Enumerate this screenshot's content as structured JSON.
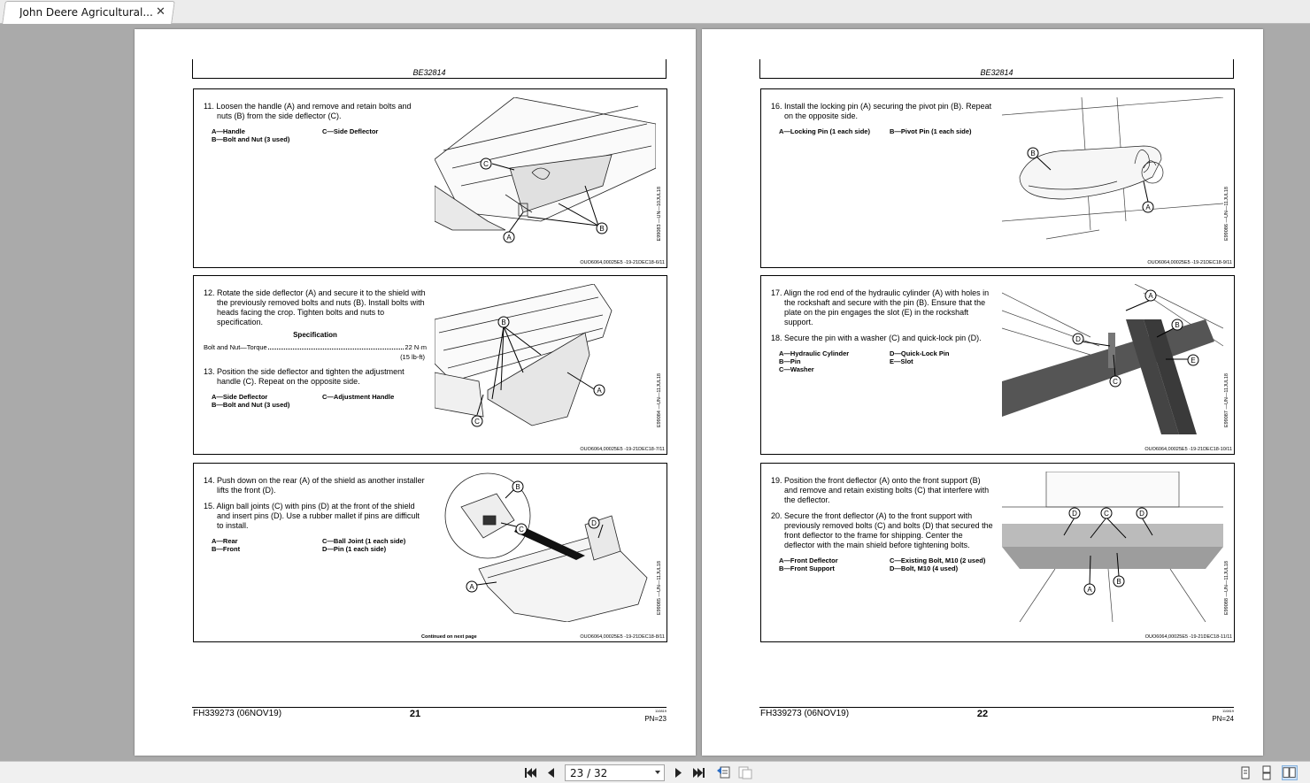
{
  "tab": {
    "title": "John Deere Agricultural...",
    "close": "✕"
  },
  "pages": [
    {
      "header": "BE32814",
      "panels": [
        {
          "steps": [
            "11. Loosen the handle (A) and remove and retain bolts and nuts (B) from the side deflector (C)."
          ],
          "legend": [
            "A—Handle",
            "C—Side Deflector",
            "B—Bolt and Nut (3 used)",
            ""
          ],
          "figcode": "E99083 —UN—10JUL18",
          "ref": "OUO6064,00025E5 -19-21DEC18-6/11",
          "callouts": [
            "C",
            "A",
            "B"
          ]
        },
        {
          "steps": [
            "12. Rotate the side deflector (A) and secure it to the shield with the previously removed bolts and nuts (B). Install bolts with heads facing the crop. Tighten bolts and nuts to specification."
          ],
          "spec_title": "Specification",
          "spec_label": "Bolt and Nut—Torque",
          "spec_value": "22 N·m",
          "spec_alt": "(15 lb-ft)",
          "steps2": [
            "13. Position the side deflector and tighten the adjustment handle (C). Repeat on the opposite side."
          ],
          "legend": [
            "A—Side Deflector",
            "C—Adjustment Handle",
            "B—Bolt and Nut (3 used)",
            ""
          ],
          "figcode": "E99084 —UN—11JUL18",
          "ref": "OUO6064,00025E5 -19-21DEC18-7/11",
          "callouts": [
            "B",
            "A",
            "C"
          ]
        },
        {
          "steps": [
            "14. Push down on the rear (A) of the shield as another installer lifts the front (D).",
            "15. Align ball joints (C) with pins (D) at the front of the shield and insert pins (D). Use a rubber mallet if pins are difficult to install."
          ],
          "legend": [
            "A—Rear",
            "C—Ball Joint (1 each side)",
            "B—Front",
            "D—Pin (1 each side)"
          ],
          "figcode": "E99085 —UN—11JUL18",
          "ref": "OUO6064,00025E5 -19-21DEC18-8/11",
          "continued": "Continued on next page",
          "callouts": [
            "B",
            "C",
            "D",
            "A"
          ]
        }
      ],
      "footer": {
        "doc": "FH339273 (06NOV19)",
        "page": "21",
        "small": "110819",
        "pn": "PN=23"
      }
    },
    {
      "header": "BE32814",
      "panels": [
        {
          "steps": [
            "16. Install the locking pin (A) securing the pivot pin (B). Repeat on the opposite side."
          ],
          "legend": [
            "A—Locking Pin (1 each side)",
            "B—Pivot Pin (1 each side)"
          ],
          "figcode": "E99086 —UN—11JUL18",
          "ref": "OUO6064,00025E5 -19-21DEC18-9/11",
          "callouts": [
            "B",
            "A"
          ]
        },
        {
          "steps": [
            "17. Align the rod end of the hydraulic cylinder (A) with holes in the rockshaft and secure with the pin (B). Ensure that the plate on the pin engages the slot (E) in the rockshaft support.",
            "18. Secure the pin with a washer (C) and quick-lock pin (D)."
          ],
          "legend": [
            "A—Hydraulic Cylinder",
            "D—Quick-Lock Pin",
            "B—Pin",
            "E—Slot",
            "C—Washer",
            ""
          ],
          "figcode": "E99087 —UN—11JUL18",
          "ref": "OUO6064,00025E5 -19-21DEC18-10/11",
          "callouts": [
            "A",
            "B",
            "D",
            "E",
            "C"
          ]
        },
        {
          "steps": [
            "19. Position the front deflector (A) onto the front support (B) and remove and retain existing bolts (C) that interfere with the deflector.",
            "20. Secure the front deflector (A) to the front support with previously removed bolts (C) and bolts (D) that secured the front deflector to the frame for shipping. Center the deflector with the main shield before tightening bolts."
          ],
          "legend": [
            "A—Front Deflector",
            "C—Existing Bolt, M10 (2 used)",
            "B—Front Support",
            "D—Bolt, M10 (4 used)"
          ],
          "figcode": "E99088 —UN—11JUL18",
          "ref": "OUO6064,00025E5 -19-21DEC18-11/11",
          "callouts": [
            "D",
            "C",
            "D",
            "A",
            "B"
          ]
        }
      ],
      "footer": {
        "doc": "FH339273 (06NOV19)",
        "page": "22",
        "small": "110819",
        "pn": "PN=24"
      }
    }
  ],
  "toolbar": {
    "page_indicator": "23 / 32"
  }
}
